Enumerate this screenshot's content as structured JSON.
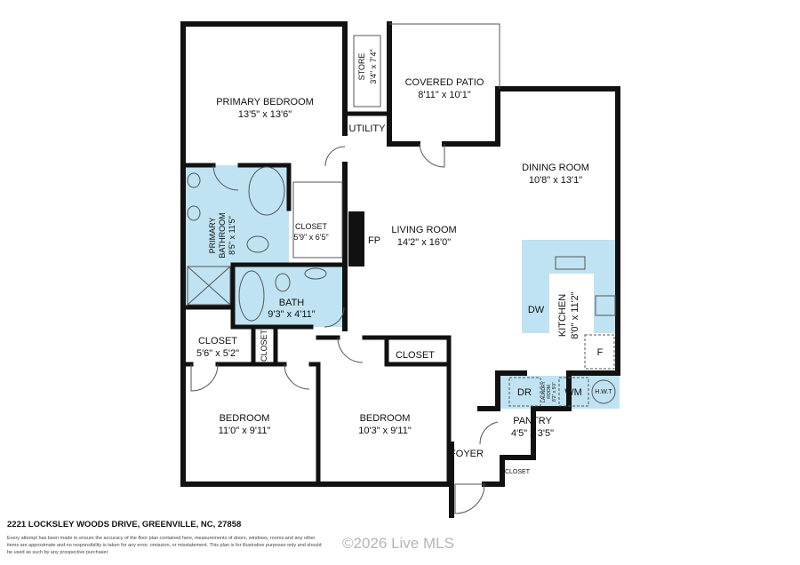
{
  "rooms": {
    "primary_bedroom": {
      "name": "PRIMARY BEDROOM",
      "dims": "13'5\" x 13'6\""
    },
    "store": {
      "name": "STORE",
      "dims": "3'4\" x 7'4\""
    },
    "covered_patio": {
      "name": "COVERED PATIO",
      "dims": "8'11\" x 10'1\""
    },
    "utility": {
      "name": "UTILITY"
    },
    "dining_room": {
      "name": "DINING ROOM",
      "dims": "10'8\" x 13'1\""
    },
    "primary_bathroom": {
      "name": "PRIMARY",
      "name2": "BATHROOM",
      "dims": "8'5\" x 11'5\""
    },
    "primary_closet": {
      "name": "CLOSET",
      "dims": "5'9\" x 6'5\""
    },
    "living_room": {
      "name": "LIVING ROOM",
      "dims": "14'2\" x 16'0\""
    },
    "fireplace": {
      "name": "FP"
    },
    "bath": {
      "name": "BATH",
      "dims": "9'3\" x 4'11\""
    },
    "kitchen": {
      "name": "KITCHEN",
      "dims": "8'0\" x 11'2\""
    },
    "dishwasher": {
      "name": "DW"
    },
    "fridge": {
      "name": "F"
    },
    "closet_left": {
      "name": "CLOSET",
      "dims": "5'6\" x 5'2\""
    },
    "closet_small": {
      "name": "CLOSET"
    },
    "closet_bedroom2": {
      "name": "CLOSET"
    },
    "laundry": {
      "name": "LAUNDRY",
      "name2": "ROOM",
      "dims": "8'2\" x 5'0\"",
      "dryer": "DR",
      "washer": "WM",
      "water_heater": "H.W.T"
    },
    "bedroom1": {
      "name": "BEDROOM",
      "dims": "11'0\" x 9'11\""
    },
    "bedroom2": {
      "name": "BEDROOM",
      "dims": "10'3\" x 9'11\""
    },
    "pantry": {
      "name": "PANTRY",
      "dims": "4'5\" x 3'5\""
    },
    "foyer": {
      "name": "FOYER"
    },
    "closet_foyer": {
      "name": "CLOSET"
    }
  },
  "footer": {
    "address": "2221 LOCKSLEY WOODS DRIVE, GREENVILLE, NC, 27858",
    "disclaimer": "Every attempt has been made to ensure the accuracy of the floor plan contained here, measurements of doors, windows, rooms and any other items are approximate and no responsibility is taken for any error, omission, or misstatement. This plan is for illustrative purposes only and should be used as such by any prospective purchaser.",
    "watermark": "©2026 Live MLS"
  },
  "colors": {
    "wet_area": "#bfe3f2",
    "wall": "#111111"
  }
}
